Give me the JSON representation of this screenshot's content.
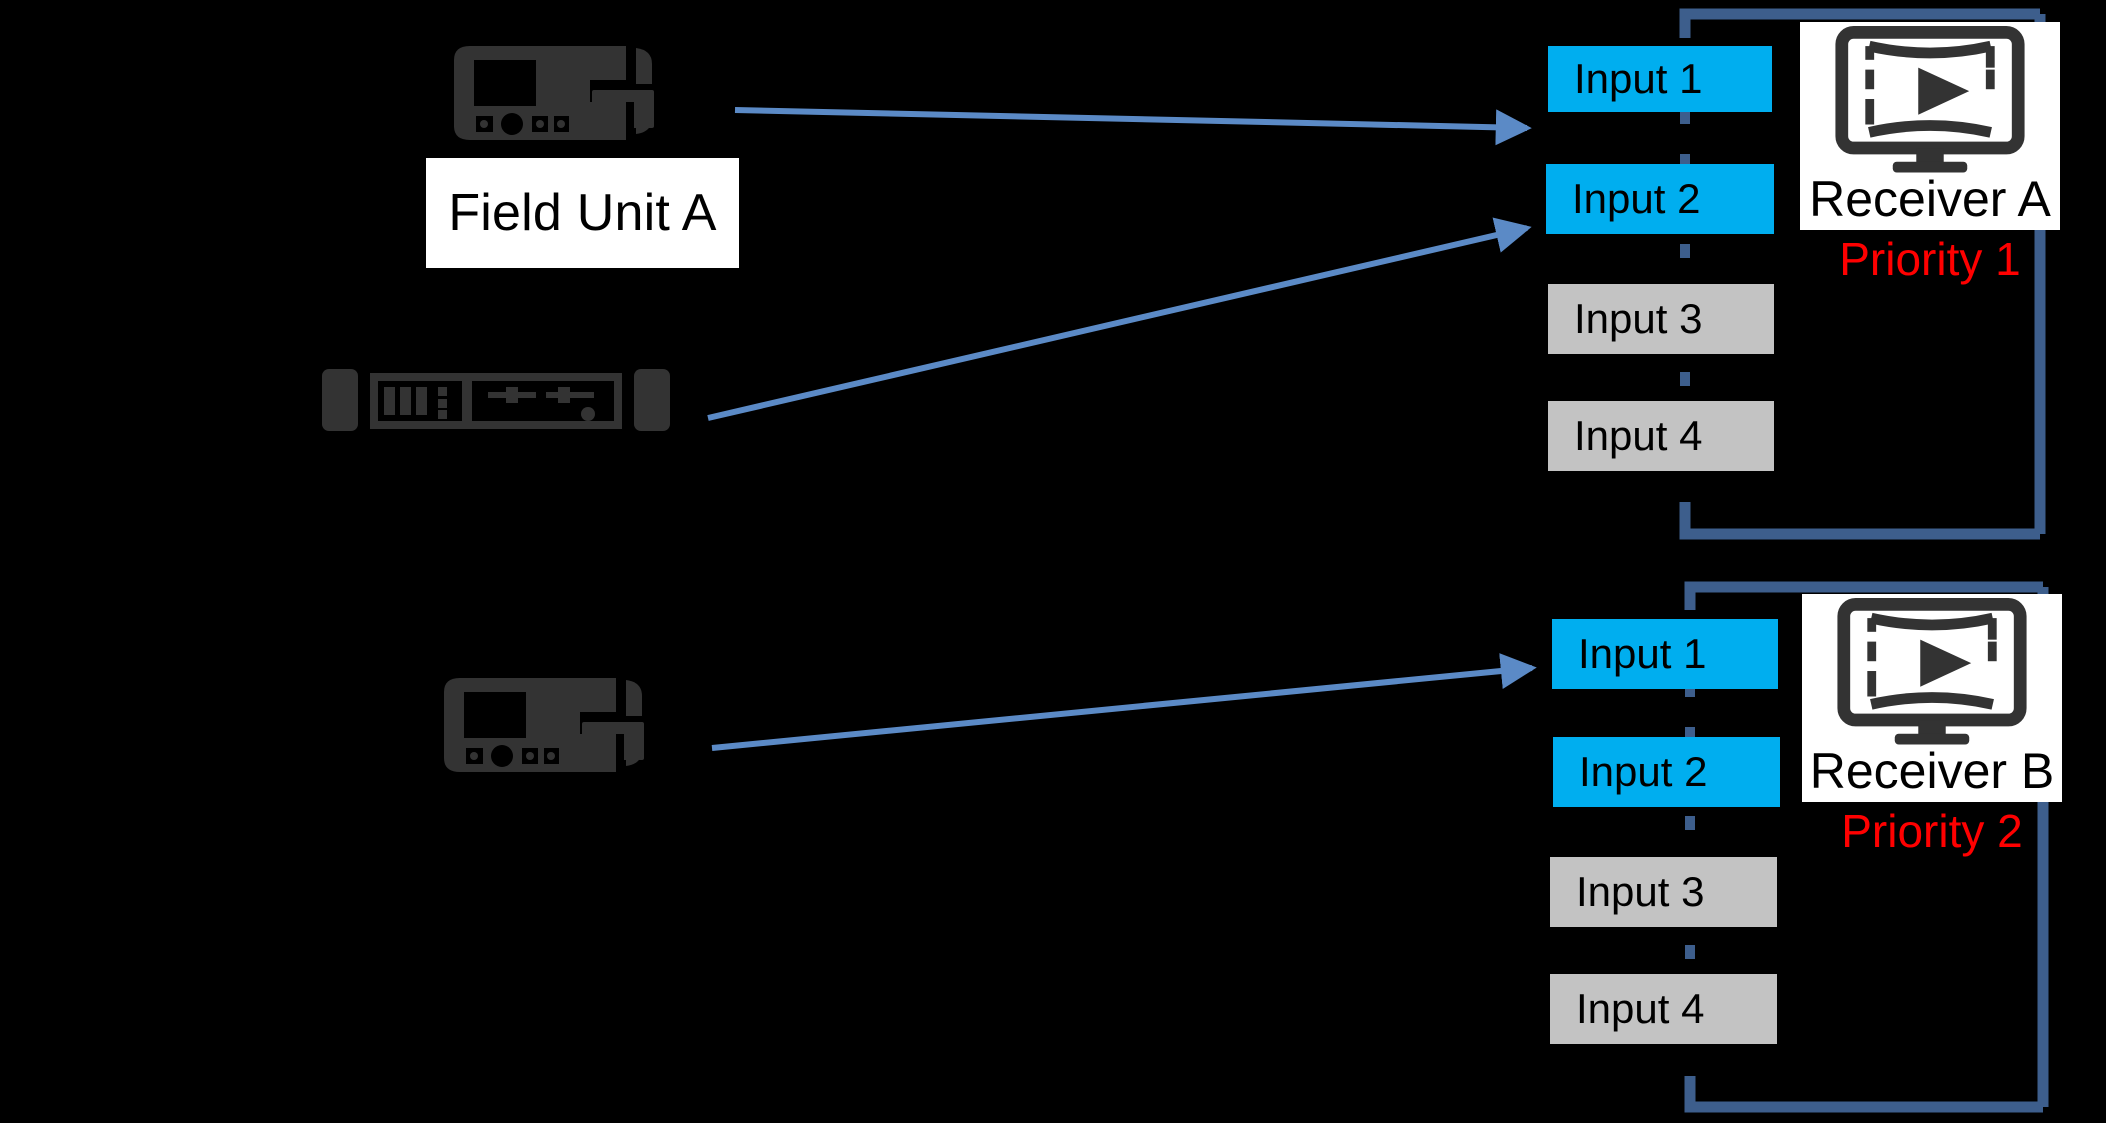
{
  "diagram": {
    "title": "Redundant field-unit to receiver input routing",
    "background_color": "#000000",
    "colors": {
      "active_input": "#00AEEF",
      "idle_input": "#C3C3C3",
      "arrow": "#5B8AC6",
      "bus_line": "#3D5E8C",
      "priority_text": "#FF0000",
      "plate": "#FFFFFF",
      "device_icon": "#333333"
    }
  },
  "sources": [
    {
      "id": "field-unit-a",
      "icon": "field-unit-icon",
      "label": "Field Unit A",
      "has_label_plate": true
    },
    {
      "id": "rack-encoder",
      "icon": "rack-encoder-icon",
      "label": "",
      "has_label_plate": false
    },
    {
      "id": "field-unit-b",
      "icon": "field-unit-icon",
      "label": "",
      "has_label_plate": false
    }
  ],
  "receivers": [
    {
      "id": "receiver-a",
      "icon": "monitor-play-icon",
      "name": "Receiver A",
      "priority": "Priority 1",
      "inputs": [
        {
          "label": "Input 1",
          "state": "active"
        },
        {
          "label": "Input 2",
          "state": "active"
        },
        {
          "label": "Input 3",
          "state": "idle"
        },
        {
          "label": "Input 4",
          "state": "idle"
        }
      ]
    },
    {
      "id": "receiver-b",
      "icon": "monitor-play-icon",
      "name": "Receiver B",
      "priority": "Priority 2",
      "inputs": [
        {
          "label": "Input 1",
          "state": "active"
        },
        {
          "label": "Input 2",
          "state": "active"
        },
        {
          "label": "Input 3",
          "state": "idle"
        },
        {
          "label": "Input 4",
          "state": "idle"
        }
      ]
    }
  ],
  "connections": [
    {
      "from": "field-unit-a",
      "to": "receiver-a.input-1",
      "style": "arrow"
    },
    {
      "from": "rack-encoder",
      "to": "receiver-a.input-2",
      "style": "arrow"
    },
    {
      "from": "field-unit-b",
      "to": "receiver-b.input-1",
      "style": "arrow"
    }
  ]
}
